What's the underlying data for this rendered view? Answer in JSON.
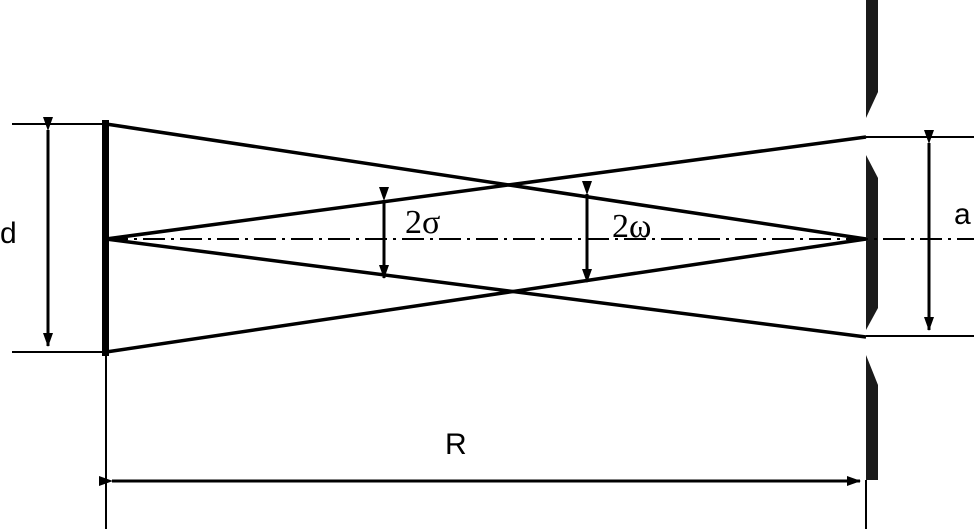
{
  "labels": {
    "d": "d",
    "a": "a",
    "R": "R",
    "sigma": "2σ",
    "omega": "2ω"
  },
  "colors": {
    "line": "#000000",
    "screen": "#1a1a1a",
    "background": "#ffffff"
  }
}
